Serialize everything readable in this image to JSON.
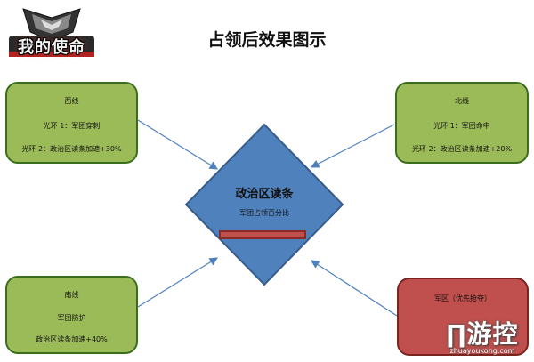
{
  "logo": {
    "text": "我的使命"
  },
  "title": "占领后效果图示",
  "west": {
    "name": "西线",
    "aura1": "光环 1：军团穿刺",
    "aura2": "光环 2：政治区读条加速+30%"
  },
  "north": {
    "name": "北线",
    "aura1": "光环 1：军团命中",
    "aura2": "光环 2：政治区读条加速+20%"
  },
  "south": {
    "name": "南线",
    "effect": "军团防护",
    "bonus": "政治区读条加速+40%"
  },
  "military": {
    "name": "军区（优先抢夺）"
  },
  "center": {
    "title": "政治区读条",
    "subtitle": "军团占领百分比"
  },
  "watermark": {
    "main": "∏游控",
    "sub": "zhuayoukong.com"
  },
  "colors": {
    "green_box": "#9bbb59",
    "red_box": "#c0504d",
    "diamond": "#4f81bd",
    "arrow": "#4f81bd"
  }
}
